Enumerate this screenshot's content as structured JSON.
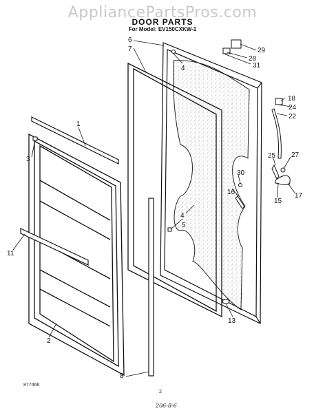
{
  "watermark": "AppliancePartsPros.com",
  "title": "DOOR PARTS",
  "model_line": "For Model: EV150CXKW-1",
  "callouts": [
    "1",
    "2",
    "3",
    "4",
    "4",
    "5",
    "6",
    "7",
    "8",
    "11",
    "13",
    "15",
    "16",
    "17",
    "18",
    "22",
    "24",
    "25",
    "27",
    "28",
    "29",
    "30",
    "31"
  ],
  "footer": {
    "left_code": "877466",
    "page_number": "2",
    "handwritten": "206-8-6"
  }
}
